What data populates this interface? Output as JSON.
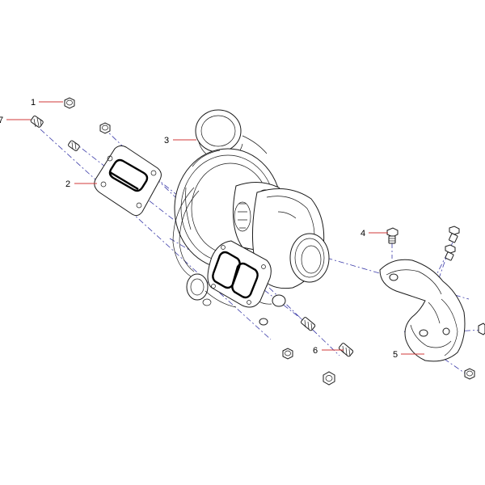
{
  "diagram": {
    "callouts": [
      {
        "id": "1",
        "label": "1"
      },
      {
        "id": "2",
        "label": "2"
      },
      {
        "id": "3",
        "label": "3"
      },
      {
        "id": "4",
        "label": "4"
      },
      {
        "id": "5",
        "label": "5"
      },
      {
        "id": "6",
        "label": "6"
      },
      {
        "id": "7",
        "label": "7"
      }
    ],
    "colors": {
      "line": "#1a1a1a",
      "centerline": "#3a3aa8",
      "leader": "#d23a3a",
      "background": "#ffffff"
    }
  }
}
